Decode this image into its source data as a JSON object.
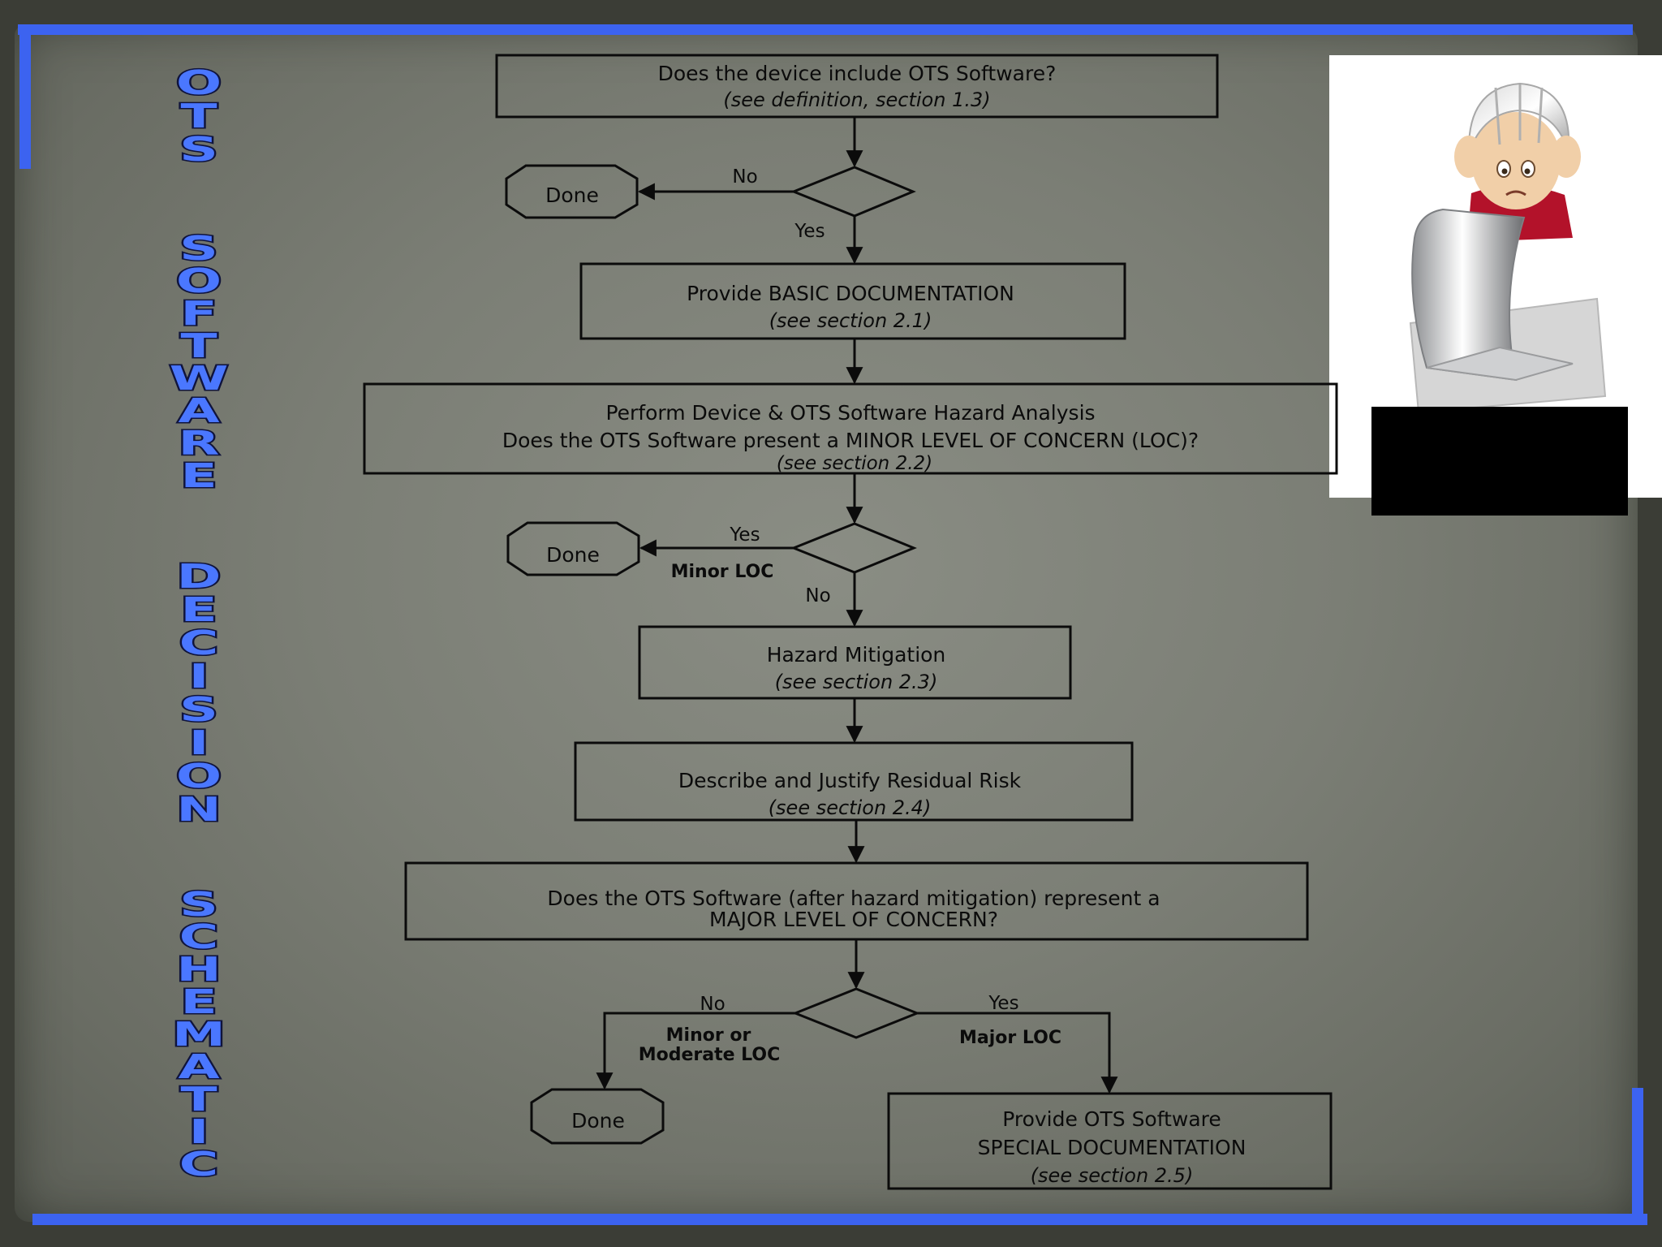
{
  "title": {
    "words": [
      "OTS",
      "SOFTWARE",
      "DECISION",
      "SCHEMATIC"
    ]
  },
  "flow": {
    "q1": {
      "line1": "Does the device include OTS Software?",
      "line2": "(see definition, section 1.3)"
    },
    "d1": {
      "no": "No",
      "yes": "Yes",
      "done": "Done"
    },
    "basic": {
      "line1": "Provide  BASIC DOCUMENTATION",
      "line2": "(see section 2.1)"
    },
    "hazard": {
      "line1": "Perform Device & OTS Software Hazard Analysis",
      "line2": "Does the OTS Software present a MINOR LEVEL OF CONCERN (LOC)?",
      "line3": "(see section 2.2)"
    },
    "d2": {
      "yes": "Yes",
      "minor": "Minor LOC",
      "no": "No",
      "done": "Done"
    },
    "mitigation": {
      "line1": "Hazard Mitigation",
      "line2": "(see section 2.3)"
    },
    "residual": {
      "line1": "Describe and Justify Residual Risk",
      "line2": "(see section 2.4)"
    },
    "q3": {
      "line1": "Does the OTS Software (after hazard mitigation) represent a",
      "line2": "MAJOR LEVEL OF CONCERN?"
    },
    "d3": {
      "no": "No",
      "minor1": "Minor or",
      "minor2": "Moderate LOC",
      "yes": "Yes",
      "major": "Major LOC",
      "done": "Done"
    },
    "special": {
      "line1": "Provide OTS Software",
      "line2": "SPECIAL DOCUMENTATION",
      "line3": "(see section 2.5)"
    }
  },
  "colors": {
    "frame": "#3c63f0",
    "title": "#4a77ff",
    "ink": "#0b0b0b"
  }
}
